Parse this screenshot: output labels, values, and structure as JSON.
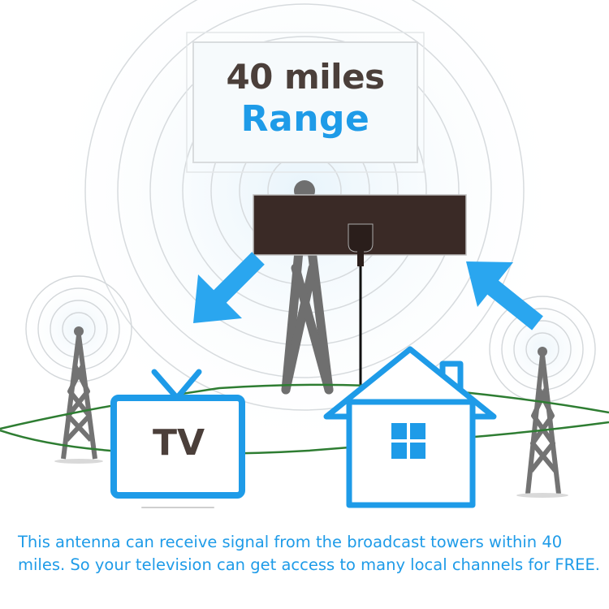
{
  "headline": {
    "distance": "40 miles",
    "label": "Range"
  },
  "tv_label": "TV",
  "caption": "This antenna can receive signal from the broadcast towers within 40 miles. So your television can get access to many local channels for FREE.",
  "icons": [
    "signal-rings-icon",
    "broadcast-tower-icon",
    "antenna-icon",
    "arrow-icon",
    "tv-icon",
    "house-icon",
    "window-icon"
  ],
  "colors": {
    "accent_blue": "#1e9be8",
    "text_brown": "#4b3f3a",
    "ground_green": "#2e7d32",
    "tower_gray": "#7a7a7a",
    "antenna_dark": "#3a2a26"
  }
}
